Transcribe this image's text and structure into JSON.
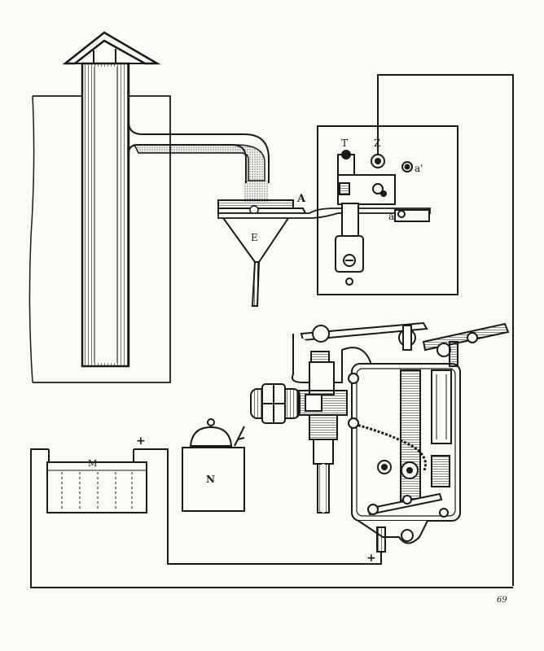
{
  "labels": {
    "A": "A",
    "E": "E",
    "T": "T",
    "Z": "Z",
    "a_prime": "a'",
    "a": "a",
    "M": "M",
    "N": "N",
    "plus_battery": "+",
    "plus_bottom": "+",
    "signature": "69"
  },
  "colors": {
    "ink": "#1a1a1a",
    "paper": "#fbfaf7"
  }
}
